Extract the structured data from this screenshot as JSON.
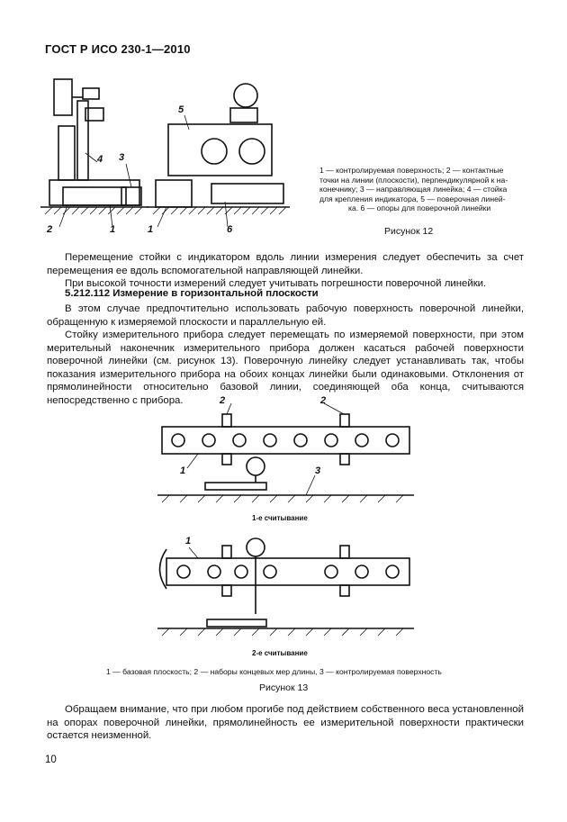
{
  "header": "ГОСТ Р ИСО 230-1—2010",
  "figure12": {
    "labels": [
      "1",
      "2",
      "3",
      "4",
      "5",
      "6",
      "1"
    ],
    "caption_lines": [
      "1 — контролируемая поверхность; 2 — контактные",
      "точки на линии (плоскости), перпендикулярной к на-",
      "конечнику; 3 — направляющая линейка; 4 — стойка",
      "для крепления индикатора, 5 — поверочная линей-",
      "ка. 6 — опоры для поверочной линейки"
    ],
    "title": "Рисунок 12"
  },
  "paragraphs": {
    "p1": "Перемещение стойки с индикатором вдоль линии измерения следует обеспечить за счет перемещения ее вдоль вспомогательной направляющей линейки.",
    "p2": "При высокой точности измерений следует учитывать погрешности поверочной линейки.",
    "h1": "5.212.112 Измерение в горизонтальной плоскости",
    "p3": "В этом случае предпочтительно использовать рабочую поверхность поверочной линейки, обращенную к измеряемой плоскости и параллельную ей.",
    "p4": "Стойку измерительного прибора следует перемещать по измеряемой поверхности, при этом мерительный наконечник измерительного прибора должен касаться рабочей поверхности поверочной линейки (см. рисунок 13). Поверочную линейку следует устанавливать так, чтобы показания измерительного прибора на обоих концах линейки были одинаковыми. Отклонения от прямолинейности относительно базовой линии, соединяющей оба конца, считываются непосредственно с прибора.",
    "p5": "Обращаем внимание, что при любом прогибе под действием собственного веса установленной на опорах поверочной линейки, прямолинейность ее измерительной поверхности практически остается неизменной."
  },
  "figure13": {
    "top_labels": [
      "2",
      "2",
      "1",
      "3"
    ],
    "top_sublabel": "1-е считывание",
    "bottom_labels": [
      "1"
    ],
    "bottom_sublabel": "2-е считывание",
    "caption": "1 — базовая плоскость; 2 — наборы концевых мер длины, 3 — контролируемая поверхность",
    "title": "Рисунок 13"
  },
  "page_number": "10"
}
